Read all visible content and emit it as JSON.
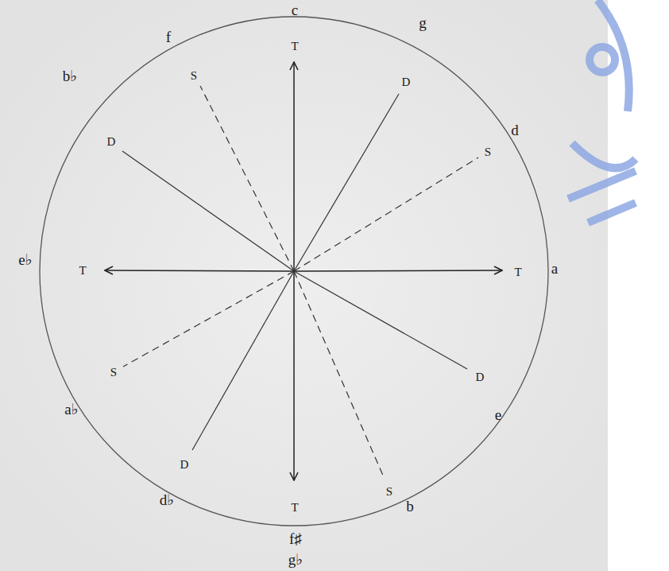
{
  "diagram": {
    "labels": [
      "c",
      "g",
      "d",
      "a",
      "e",
      "b",
      "f♯",
      "g♭",
      "d♭",
      "a♭",
      "e♭",
      "b♭",
      "f",
      "T",
      "D",
      "S",
      "T",
      "D",
      "S",
      "T",
      "D",
      "S",
      "T",
      "D",
      "S"
    ]
  }
}
